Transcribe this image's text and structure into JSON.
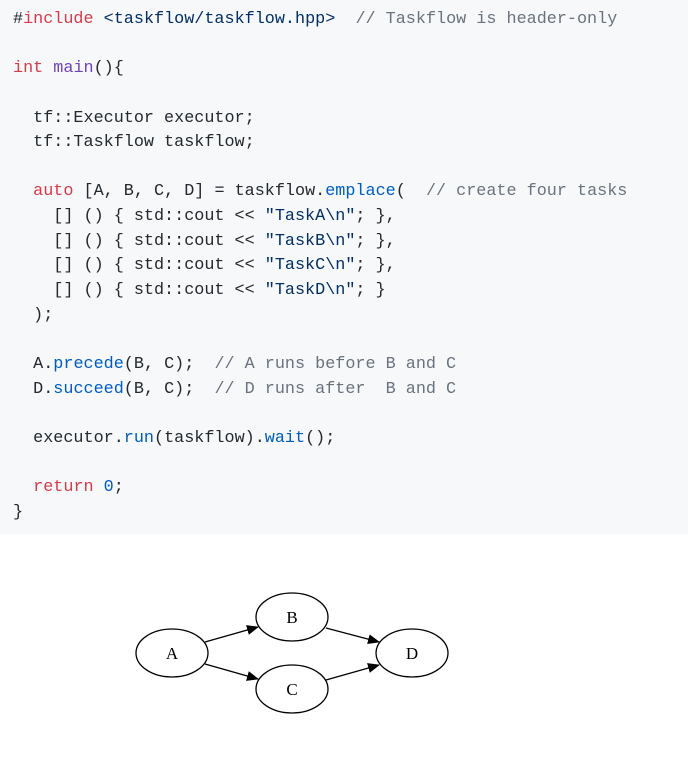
{
  "code": {
    "lines": [
      [
        {
          "t": "#",
          "c": ""
        },
        {
          "t": "include",
          "c": "kw"
        },
        {
          "t": " ",
          "c": ""
        },
        {
          "t": "<taskflow/taskflow.hpp>",
          "c": "inc"
        },
        {
          "t": "  ",
          "c": ""
        },
        {
          "t": "// Taskflow is header-only",
          "c": "cm"
        }
      ],
      [],
      [
        {
          "t": "int",
          "c": "kw"
        },
        {
          "t": " ",
          "c": ""
        },
        {
          "t": "main",
          "c": "fn"
        },
        {
          "t": "(){",
          "c": ""
        }
      ],
      [],
      [
        {
          "t": "  tf::Executor executor;",
          "c": ""
        }
      ],
      [
        {
          "t": "  tf::Taskflow taskflow;",
          "c": ""
        }
      ],
      [],
      [
        {
          "t": "  ",
          "c": ""
        },
        {
          "t": "auto",
          "c": "kw"
        },
        {
          "t": " [A, B, C, D] = taskflow.",
          "c": ""
        },
        {
          "t": "emplace",
          "c": "call"
        },
        {
          "t": "(  ",
          "c": ""
        },
        {
          "t": "// create four tasks",
          "c": "cm"
        }
      ],
      [
        {
          "t": "    [] () { std::cout << ",
          "c": ""
        },
        {
          "t": "\"TaskA\\n\"",
          "c": "str"
        },
        {
          "t": "; },",
          "c": ""
        }
      ],
      [
        {
          "t": "    [] () { std::cout << ",
          "c": ""
        },
        {
          "t": "\"TaskB\\n\"",
          "c": "str"
        },
        {
          "t": "; },",
          "c": ""
        }
      ],
      [
        {
          "t": "    [] () { std::cout << ",
          "c": ""
        },
        {
          "t": "\"TaskC\\n\"",
          "c": "str"
        },
        {
          "t": "; },",
          "c": ""
        }
      ],
      [
        {
          "t": "    [] () { std::cout << ",
          "c": ""
        },
        {
          "t": "\"TaskD\\n\"",
          "c": "str"
        },
        {
          "t": "; }",
          "c": ""
        }
      ],
      [
        {
          "t": "  );",
          "c": ""
        }
      ],
      [],
      [
        {
          "t": "  A.",
          "c": ""
        },
        {
          "t": "precede",
          "c": "call"
        },
        {
          "t": "(B, C);  ",
          "c": ""
        },
        {
          "t": "// A runs before B and C",
          "c": "cm"
        }
      ],
      [
        {
          "t": "  D.",
          "c": ""
        },
        {
          "t": "succeed",
          "c": "call"
        },
        {
          "t": "(B, C);  ",
          "c": ""
        },
        {
          "t": "// D runs after  B and C",
          "c": "cm"
        }
      ],
      [],
      [
        {
          "t": "  executor.",
          "c": ""
        },
        {
          "t": "run",
          "c": "call"
        },
        {
          "t": "(taskflow).",
          "c": ""
        },
        {
          "t": "wait",
          "c": "call"
        },
        {
          "t": "();",
          "c": ""
        }
      ],
      [],
      [
        {
          "t": "  ",
          "c": ""
        },
        {
          "t": "return",
          "c": "kw"
        },
        {
          "t": " ",
          "c": ""
        },
        {
          "t": "0",
          "c": "num"
        },
        {
          "t": ";",
          "c": ""
        }
      ],
      [
        {
          "t": "}",
          "c": ""
        }
      ]
    ]
  },
  "diagram": {
    "nodes": {
      "A": "A",
      "B": "B",
      "C": "C",
      "D": "D"
    },
    "edges": [
      {
        "from": "A",
        "to": "B"
      },
      {
        "from": "A",
        "to": "C"
      },
      {
        "from": "B",
        "to": "D"
      },
      {
        "from": "C",
        "to": "D"
      }
    ]
  }
}
